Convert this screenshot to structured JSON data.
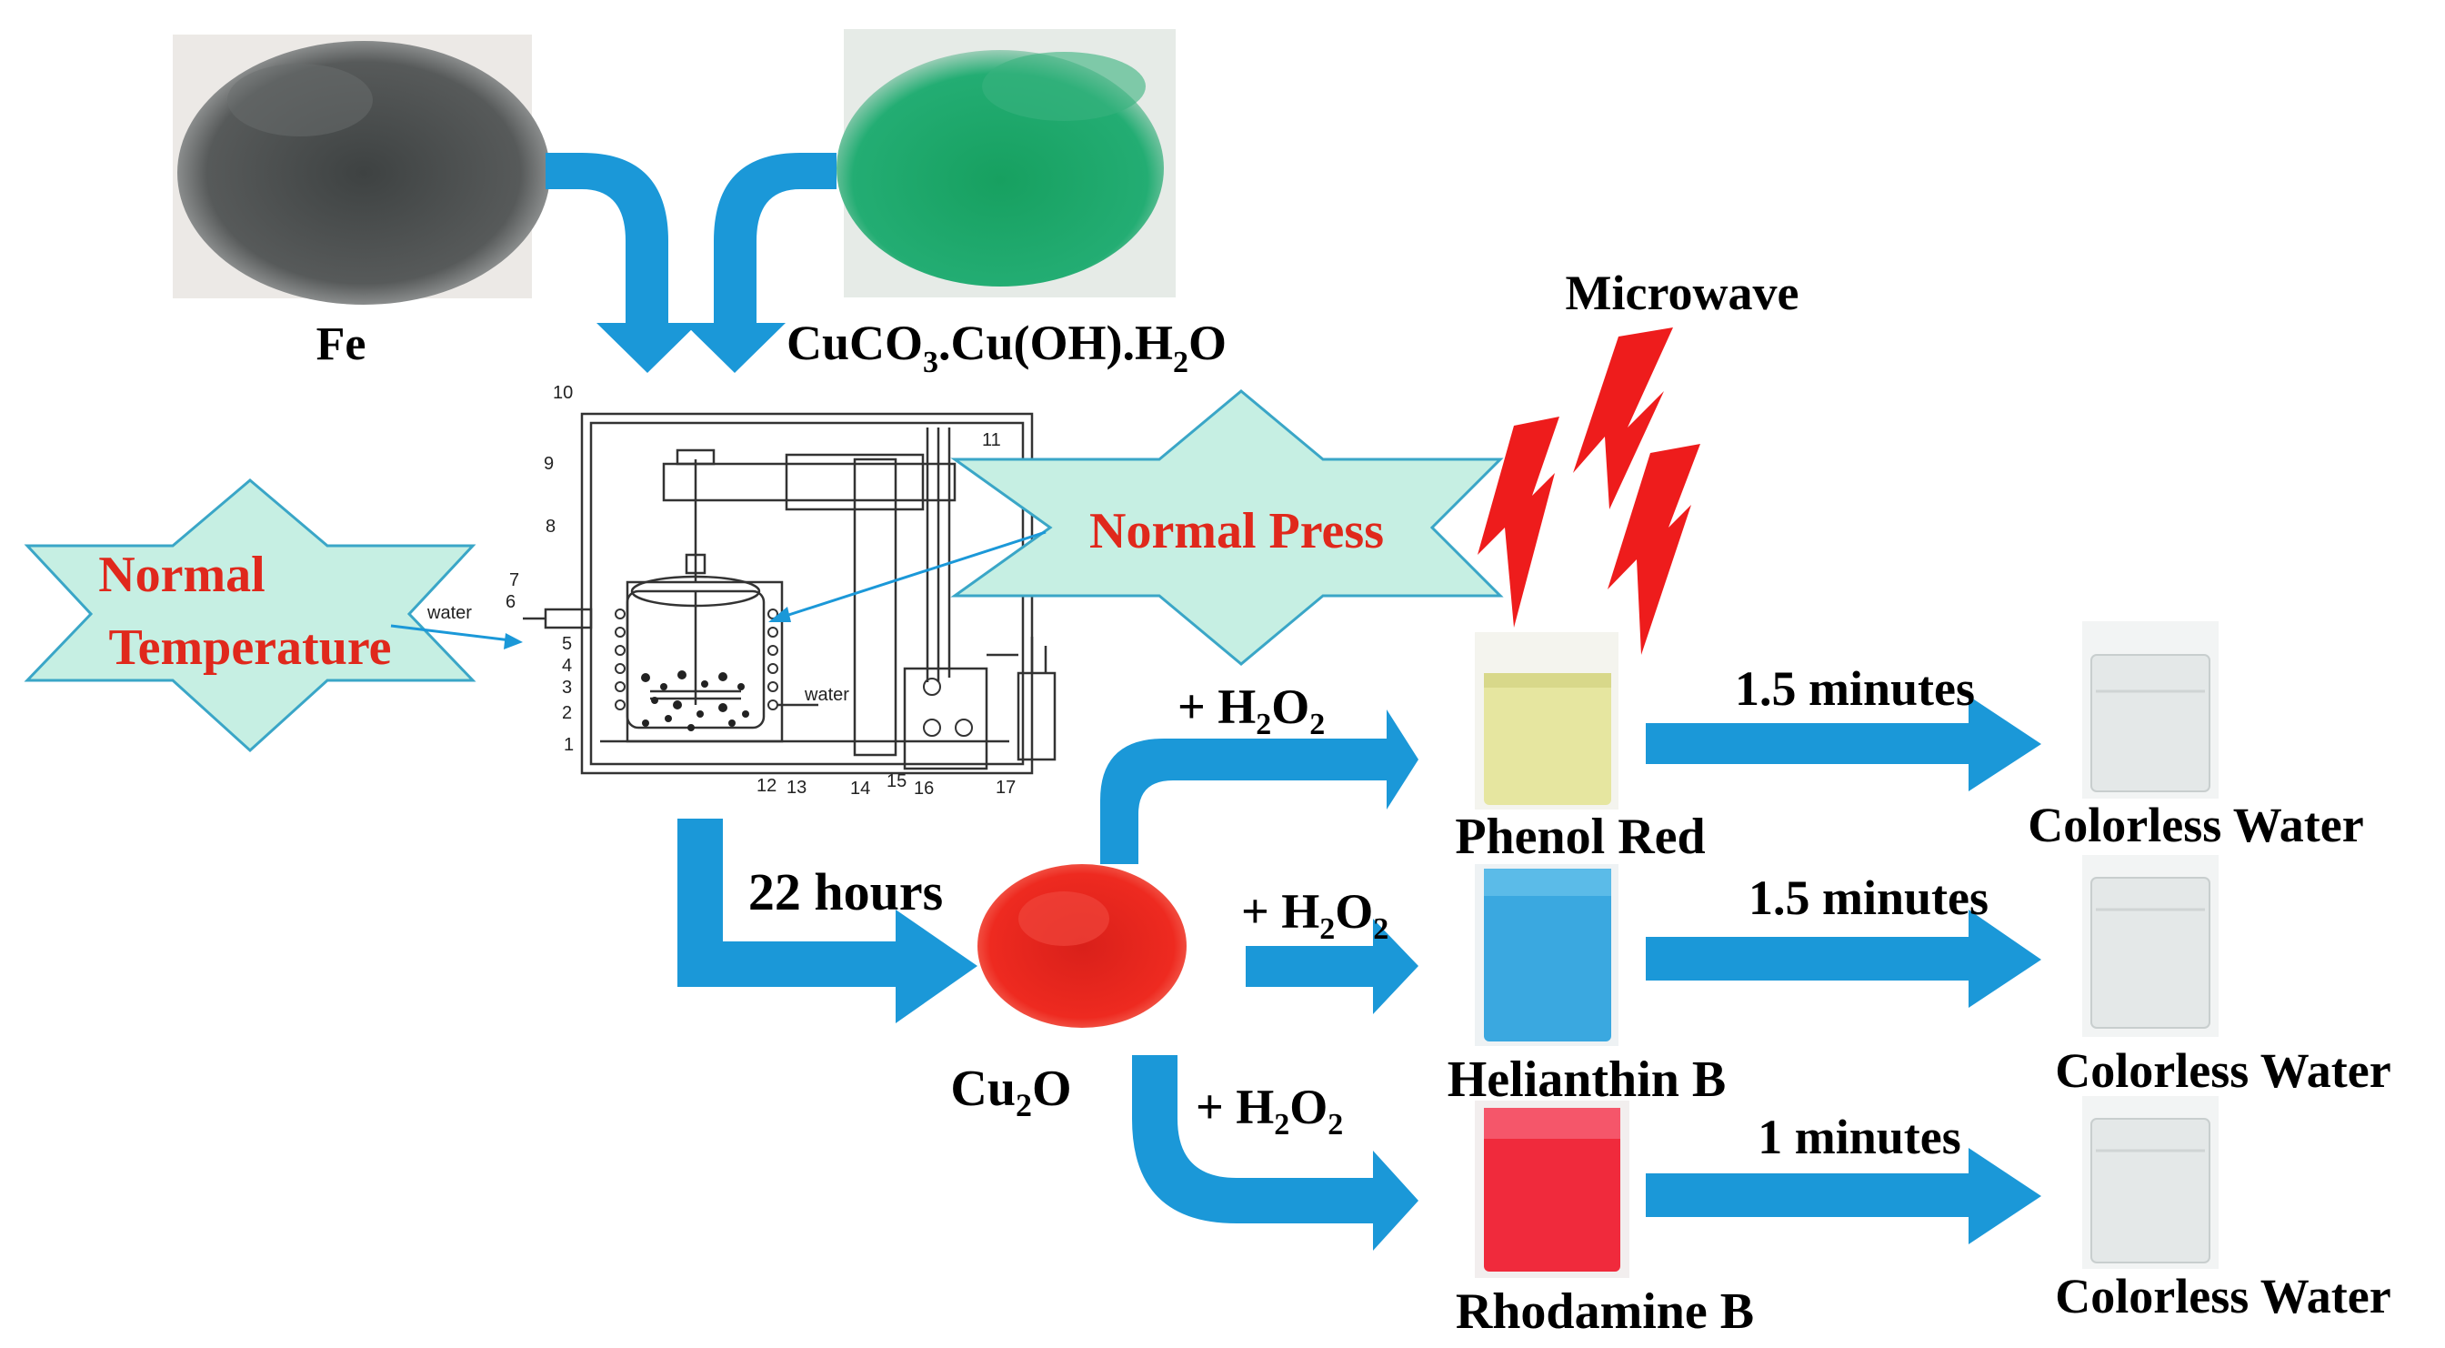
{
  "colors": {
    "arrow": "#1b98d8",
    "star_fill": "#c6efe3",
    "star_stroke": "#3aa6c7",
    "label_red": "#e0281c",
    "lightning": "#ee1c1c",
    "cu2o": "#e8231c",
    "fe_powder": "#4b4e4e",
    "cuco3_powder": "#1ea36a",
    "phenol_red": "#e6e6a0",
    "helianthin_b": "#3aa8e0",
    "rhodamine_b": "#f02a3c",
    "colorless_water": "#e4e8e8"
  },
  "reactants": {
    "fe": "Fe",
    "cuco3_main": "CuCO",
    "cuco3_sub": "3",
    "cuco3_rest": ".Cu(OH).H",
    "cuco3_sub2": "2",
    "cuco3_end": "O"
  },
  "conditions": {
    "temperature_line1": "Normal",
    "temperature_line2": "Temperature",
    "pressure": "Normal  Press",
    "microwave": "Microwave",
    "duration": "22 hours"
  },
  "apparatus": {
    "water_in": "water",
    "water_out": "water",
    "part_numbers": [
      "1",
      "2",
      "3",
      "4",
      "5",
      "6",
      "7",
      "8",
      "9",
      "10",
      "11",
      "12",
      "13",
      "14",
      "15",
      "16",
      "17"
    ]
  },
  "product": {
    "main": "Cu",
    "sub": "2",
    "end": "O"
  },
  "reagent": {
    "plus": "+ H",
    "sub": "2",
    "mid": "O",
    "sub2": "2"
  },
  "dyes": [
    {
      "name": "Phenol Red",
      "time": "1.5 minutes",
      "result": "Colorless Water"
    },
    {
      "name": "Helianthin B",
      "time": "1.5 minutes",
      "result": "Colorless Water"
    },
    {
      "name": "Rhodamine B",
      "time": "1 minutes",
      "result": "Colorless Water"
    }
  ]
}
